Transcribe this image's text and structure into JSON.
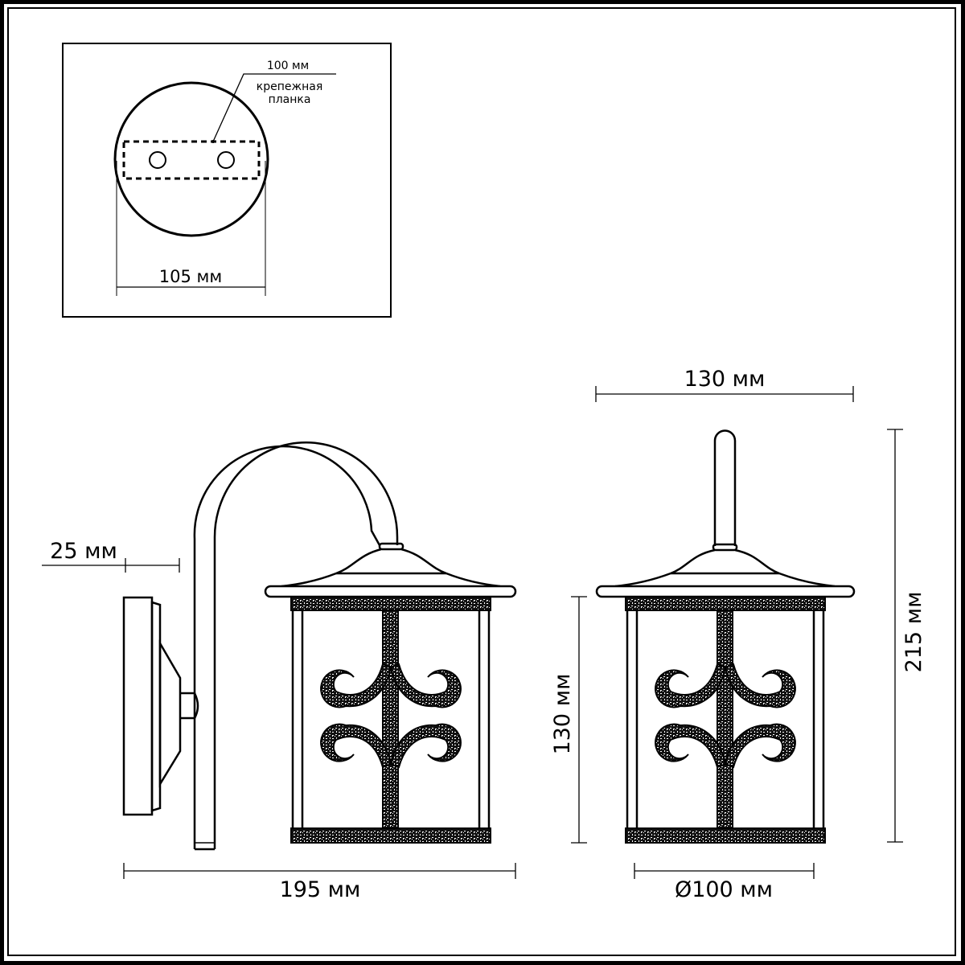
{
  "drawing": {
    "title": "Wall lantern dimension drawing",
    "colors": {
      "line": "#000000",
      "background": "#ffffff"
    }
  },
  "mount_plate_view": {
    "plate_label_dimension": "100 мм",
    "plate_label_line1": "крепежная",
    "plate_label_line2": "планка",
    "base_diameter": "105 мм"
  },
  "side_view": {
    "wall_offset": "25 мм",
    "total_depth": "195 мм"
  },
  "front_view": {
    "roof_width": "130 мм",
    "shade_height": "130 мм",
    "total_height": "215 мм",
    "shade_diameter": "Ø100 мм"
  }
}
